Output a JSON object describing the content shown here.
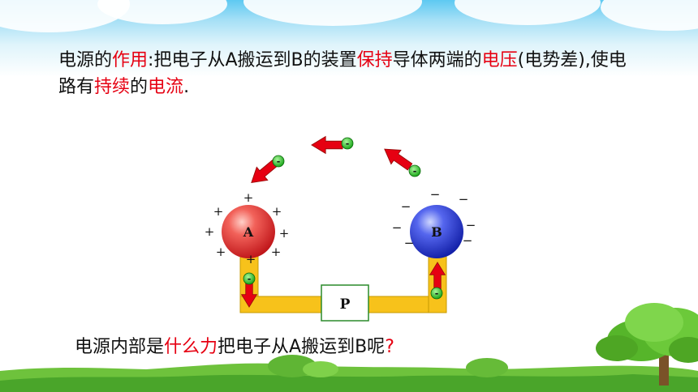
{
  "paragraph": {
    "p1": "电源的",
    "p2": "作用",
    "p3": ":把电子从A搬运到B的装置",
    "p4": "保持",
    "p5": "导体两端的",
    "p6": "电压",
    "p7": "(电势差),使电路有",
    "p8": "持续",
    "p9": "的",
    "p10": "电流",
    "p11": "."
  },
  "question": {
    "q1": "电源内部是",
    "q2": "什么力",
    "q3": "把电子从A搬运到B呢",
    "q4": "?"
  },
  "diagram": {
    "sphere_a_label": "A",
    "sphere_b_label": "B",
    "box_label": "P",
    "electron_symbol": "-",
    "plus_symbol": "+",
    "minus_symbol": "−"
  },
  "colors": {
    "highlight": "#e60012",
    "sphere_a": "#e8403a",
    "sphere_b": "#2f44d8",
    "wire": "#f7c21b",
    "arrow": "#e60012",
    "electron": "#18b418"
  }
}
